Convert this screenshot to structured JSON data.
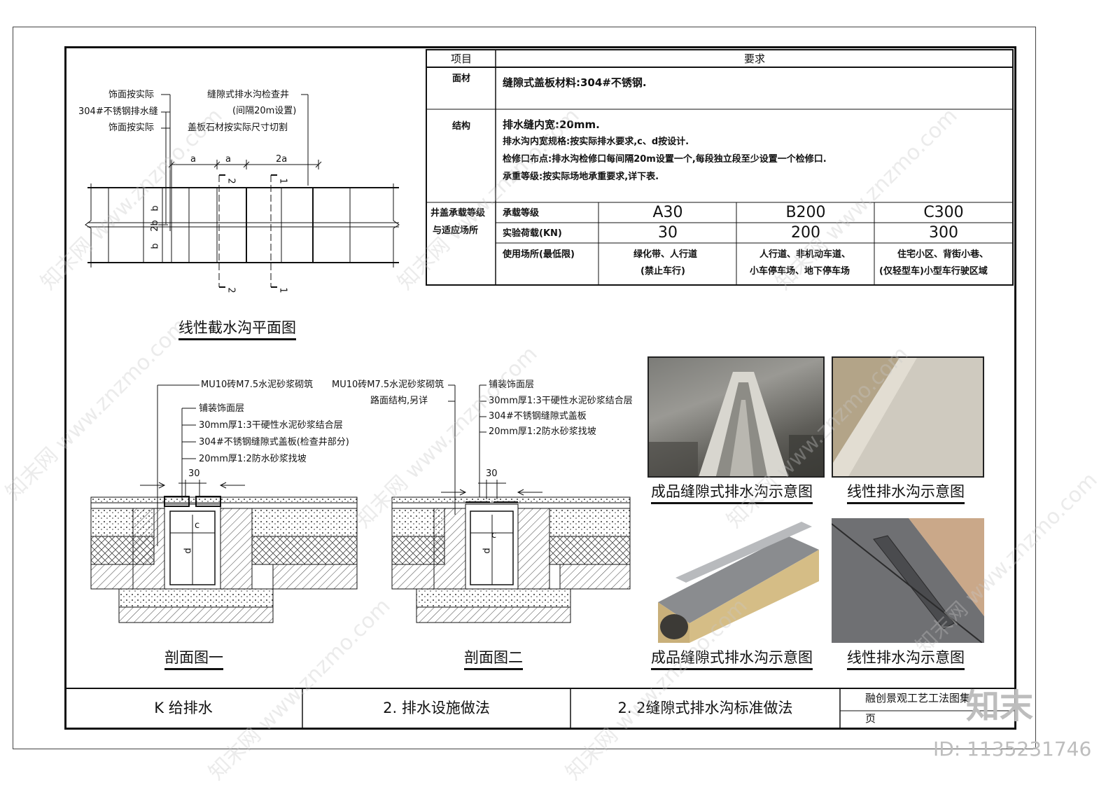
{
  "plan": {
    "left_labels": [
      "饰面按实际",
      "304#不锈钢排水缝",
      "饰面按实际"
    ],
    "right_labels": [
      "缝隙式排水沟检查井",
      "(间隔20m设置)",
      "盖板石材按实际尺寸切割"
    ],
    "dims_top": [
      "a",
      "a",
      "2a"
    ],
    "dims_side": [
      "b",
      "2b",
      "b"
    ],
    "section_marks": [
      "2",
      "1",
      "2",
      "1"
    ],
    "title": "线性截水沟平面图"
  },
  "table": {
    "header_item": "项目",
    "header_req": "要求",
    "row_material_label": "面材",
    "row_material_text": "缝隙式盖板材料:304#不锈钢.",
    "row_structure_label": "结构",
    "structure_lines": [
      "排水缝内宽:20mm.",
      "排水沟内宽规格:按实际排水要求,c、d按设计.",
      "检修口布点:排水沟检修口每间隔20m设置一个,每段独立段至少设置一个检修口.",
      "承重等级:按实际场地承重要求,详下表."
    ],
    "load_label_1": "井盖承载等级",
    "load_label_2": "与适应场所",
    "load_rows": [
      "承载等级",
      "实验荷载(KN)",
      "使用场所(最低限)"
    ],
    "grades": [
      "A30",
      "B200",
      "C300"
    ],
    "loads": [
      "30",
      "200",
      "300"
    ],
    "places": [
      [
        "绿化带、人行道",
        "(禁止车行)"
      ],
      [
        "人行道、非机动车道、",
        "小车停车场、地下停车场"
      ],
      [
        "住宅小区、背街小巷、",
        "(仅轻型车)小型车行驶区域"
      ]
    ]
  },
  "section1": {
    "labels": [
      "MU10砖M7.5水泥砂浆砌筑",
      "铺装饰面层",
      "30mm厚1:3干硬性水泥砂浆结合层",
      "304#不锈钢缝隙式盖板(检查井部分)",
      "20mm厚1:2防水砂浆找坡"
    ],
    "dim": "30",
    "c": "c",
    "d": "d",
    "title": "剖面图一"
  },
  "section2": {
    "labels_left": [
      "MU10砖M7.5水泥砂浆砌筑",
      "路面结构,另详"
    ],
    "labels_right": [
      "铺装饰面层",
      "30mm厚1:3干硬性水泥砂浆结合层",
      "304#不锈钢缝隙式盖板",
      "20mm厚1:2防水砂浆找坡"
    ],
    "dim": "30",
    "c": "c",
    "d": "d",
    "title": "剖面图二"
  },
  "photos": {
    "captions": [
      "成品缝隙式排水沟示意图",
      "线性排水沟示意图",
      "成品缝隙式排水沟示意图",
      "线性排水沟示意图"
    ]
  },
  "title_block": {
    "cell1": "K  给排水",
    "cell2": "2. 排水设施做法",
    "cell3": "2. 2缝隙式排水沟标准做法",
    "cell4": "融创景观工艺工法图集",
    "cell5": "页"
  },
  "watermark": {
    "logo": "知末",
    "id": "ID: 1135231746",
    "site": "知末网 www.znzmo.com"
  }
}
